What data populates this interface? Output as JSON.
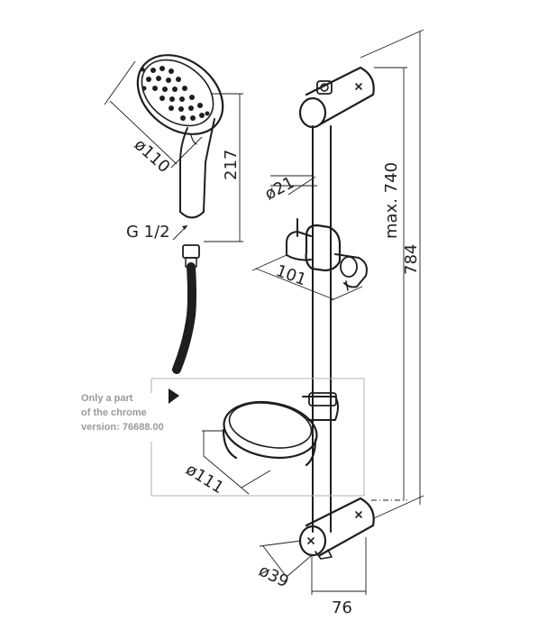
{
  "dimensions": {
    "head_diameter": "ø110",
    "handle_length": "217",
    "connector_thread": "G 1/2",
    "rail_diameter": "ø21",
    "slider_depth": "101",
    "max_length": "max. 740",
    "total_length": "784",
    "soap_dish_diameter": "ø111",
    "bracket_diameter": "ø39",
    "wall_offset": "76"
  },
  "note": {
    "line1": "Only a part",
    "line2": "of the chrome",
    "line3": "version: 76688.00"
  },
  "colors": {
    "line": "#1e1e1e",
    "note_text": "#9a9a9a",
    "note_frame": "#b0b0b0"
  }
}
